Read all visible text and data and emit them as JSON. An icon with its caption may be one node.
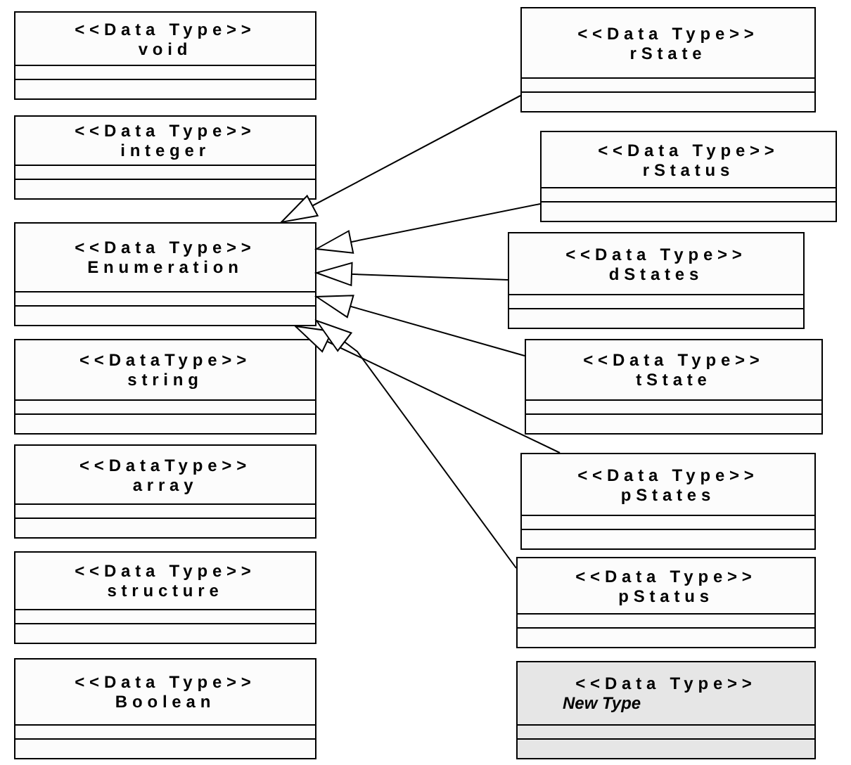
{
  "diagram": {
    "nodes": [
      {
        "text": [
          "<<Data Type>>",
          "void"
        ]
      },
      {
        "text": [
          "<<Data Type>>",
          "integer"
        ]
      },
      {
        "text": [
          "<<Data Type>>",
          "Enumeration"
        ]
      },
      {
        "text": [
          "<<DataType>>",
          "string"
        ]
      },
      {
        "text": [
          "<<DataType>>",
          "array"
        ]
      },
      {
        "text": [
          "<<Data Type>>",
          "structure"
        ]
      },
      {
        "text": [
          "<<Data Type>>",
          "Boolean"
        ]
      },
      {
        "text": [
          "<<Data Type>>",
          "rState"
        ]
      },
      {
        "text": [
          "<<Data Type>>",
          "rStatus"
        ]
      },
      {
        "text": [
          "<<Data Type>>",
          "dStates"
        ]
      },
      {
        "text": [
          "<<Data Type>>",
          "tState"
        ]
      },
      {
        "text": [
          "<<Data Type>>",
          "pStates"
        ]
      },
      {
        "text": [
          "<<Data Type>>",
          "pStatus"
        ]
      },
      {
        "text": [
          "<<Data Type>>",
          "New Type"
        ]
      }
    ],
    "edges": [
      {
        "from": 7,
        "to": 2,
        "arrow": "to"
      },
      {
        "from": 8,
        "to": 2,
        "arrow": "to"
      },
      {
        "from": 9,
        "to": 2,
        "arrow": "to"
      },
      {
        "from": 10,
        "to": 2,
        "arrow": "to"
      },
      {
        "from": 11,
        "to": 2,
        "arrow": "to"
      },
      {
        "from": 12,
        "to": 2,
        "arrow": "to"
      }
    ]
  }
}
